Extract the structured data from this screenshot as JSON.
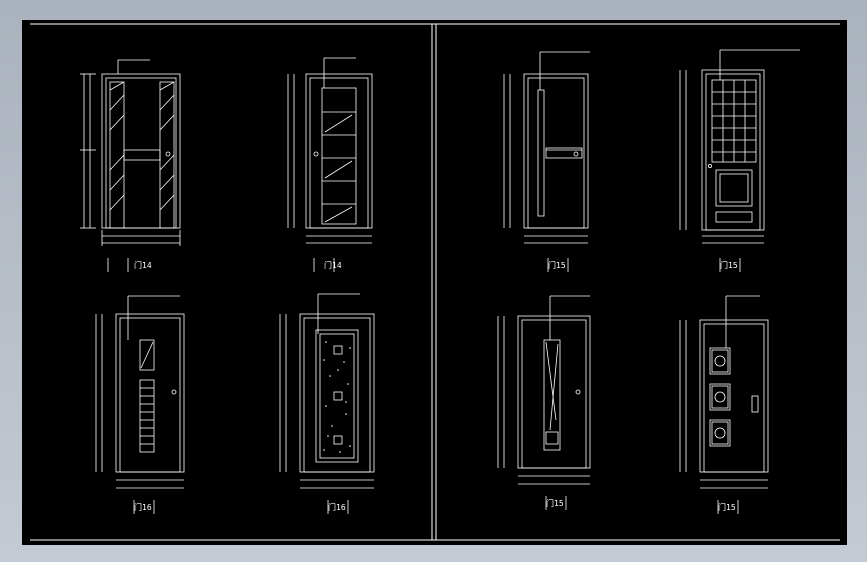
{
  "drawing": {
    "background": "#000000",
    "line_color": "#ffffff",
    "labels": [
      "门14",
      "门14",
      "门15",
      "门15",
      "门16",
      "门16",
      "门15",
      "门15"
    ]
  }
}
